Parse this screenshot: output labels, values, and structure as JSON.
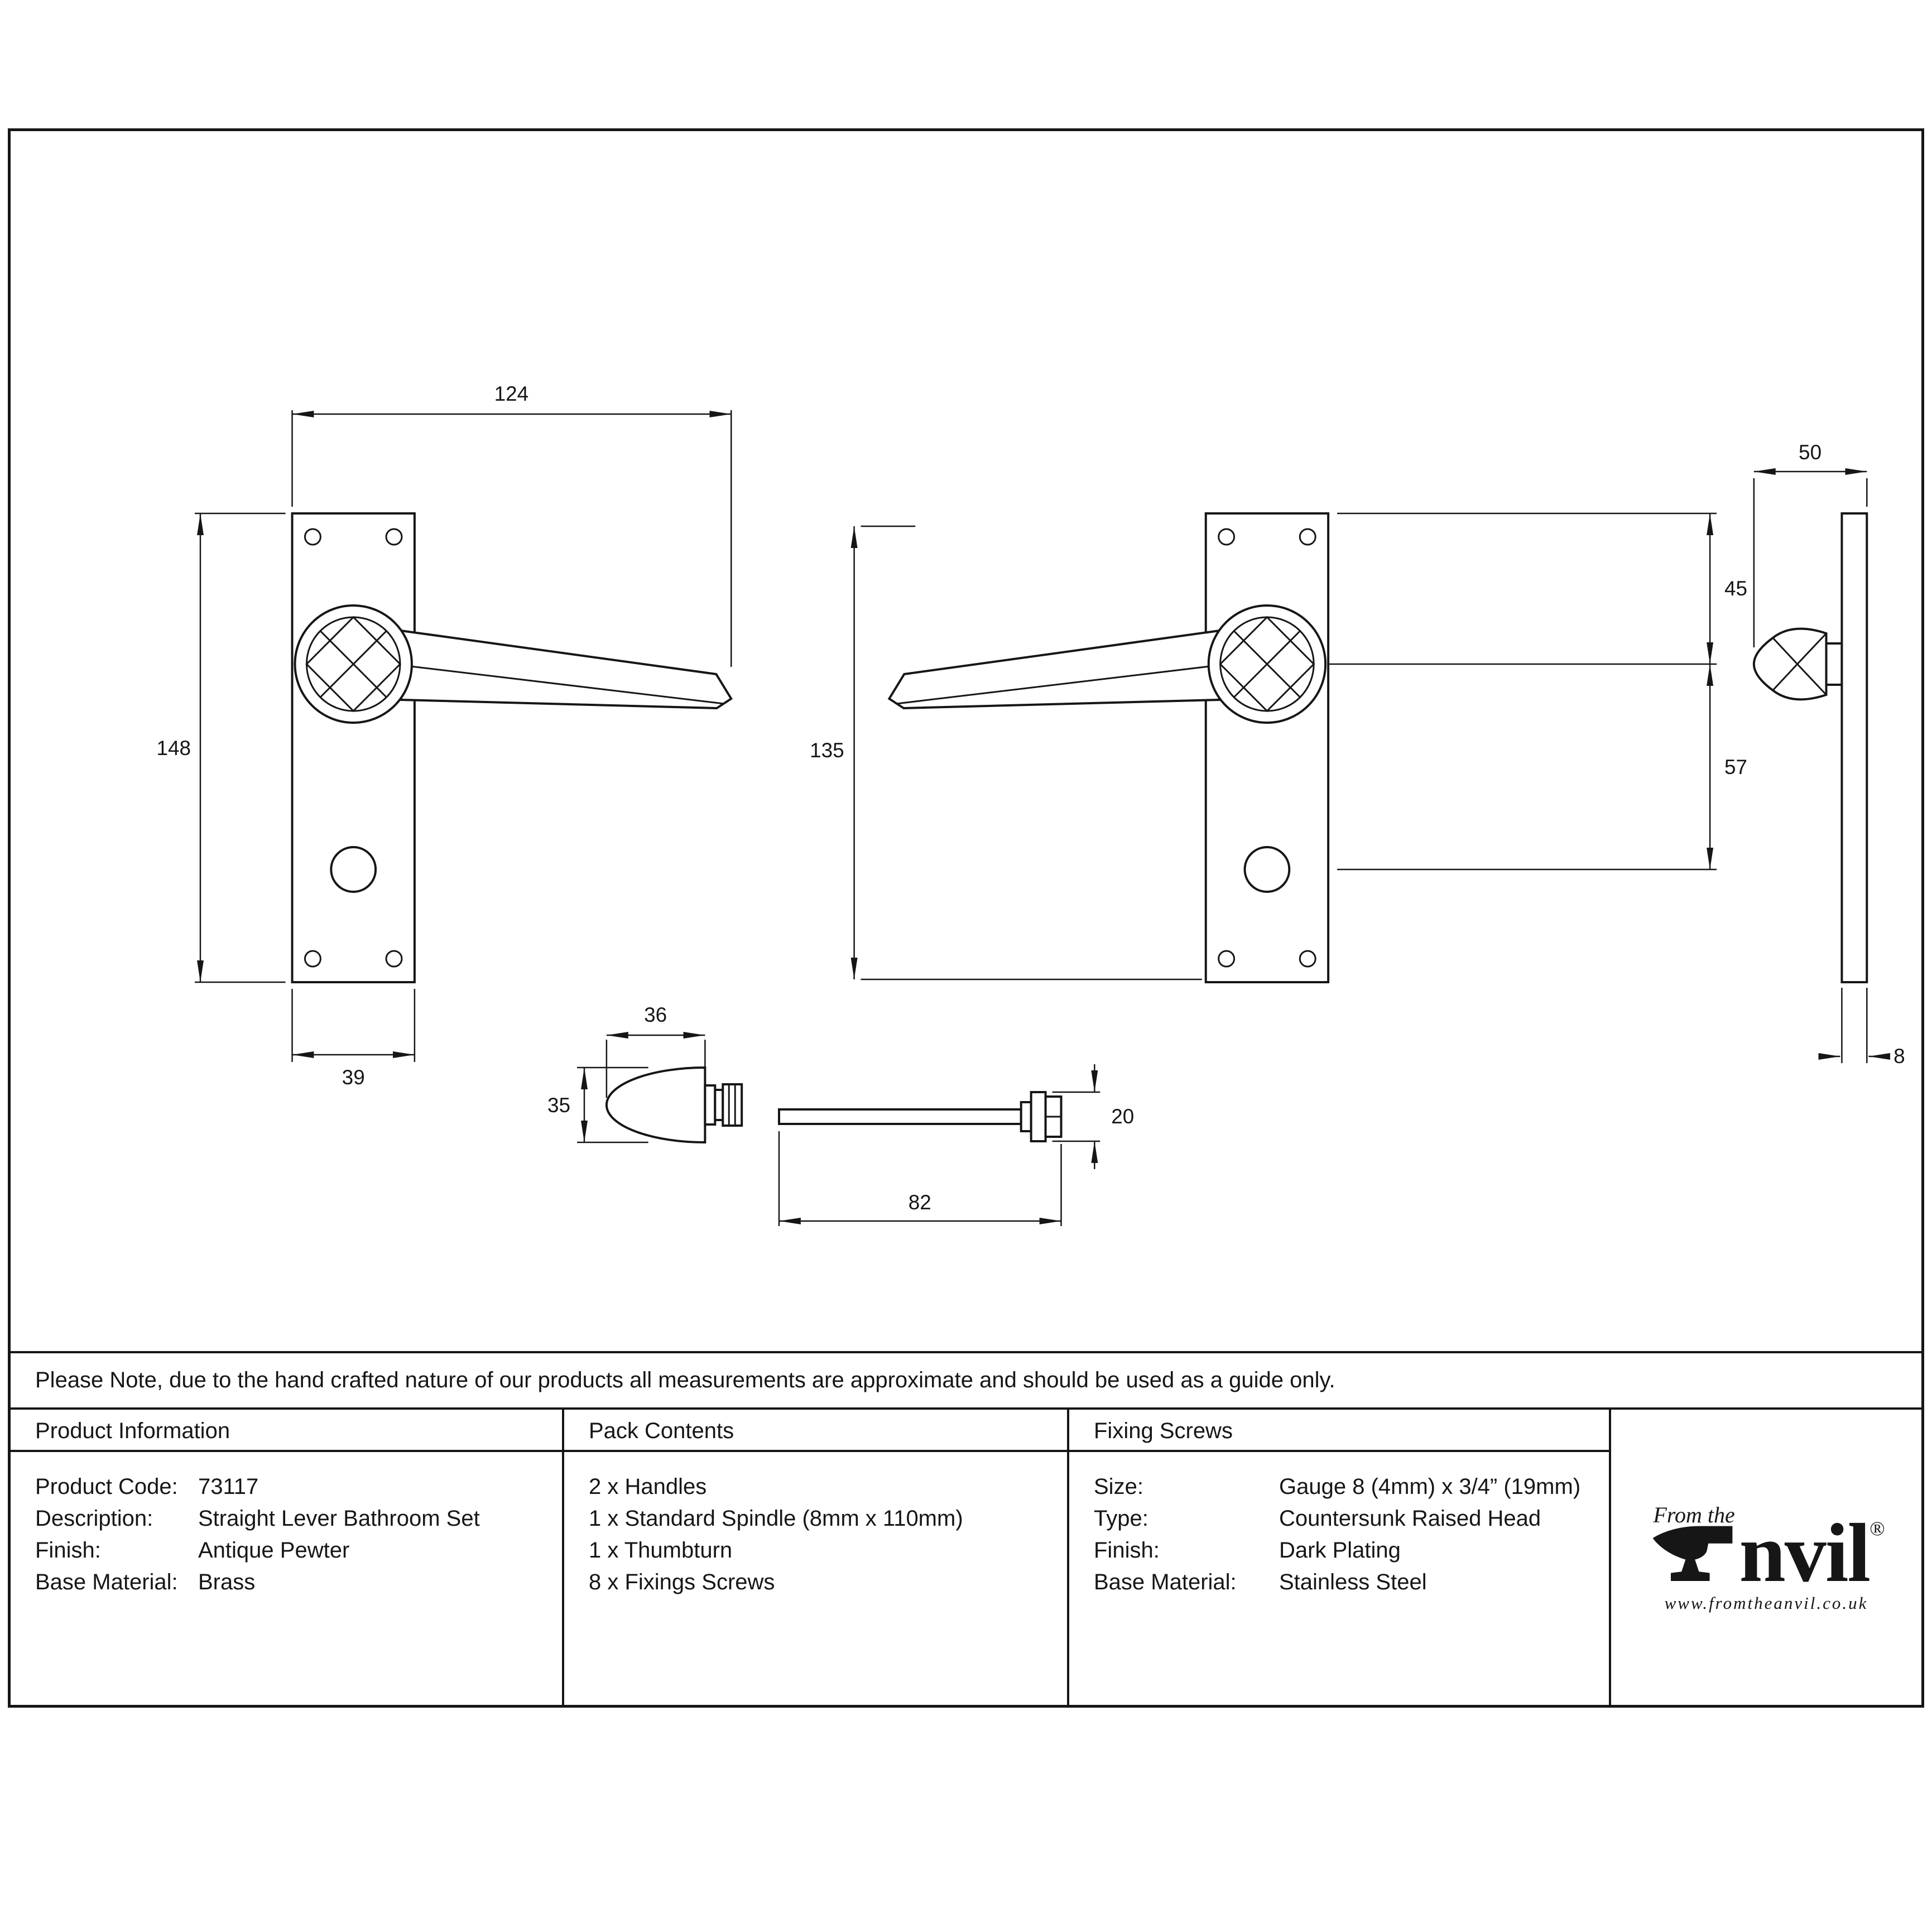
{
  "drawing": {
    "dims": {
      "plate_width": "124",
      "plate_height": "148",
      "plate_bottom_width": "39",
      "lever_span": "135",
      "top_to_center": "45",
      "center_to_turn": "57",
      "projection": "50",
      "plate_thickness": "8",
      "thumbturn_width": "36",
      "thumbturn_height": "35",
      "spindle_length": "82",
      "collar_diameter": "20"
    }
  },
  "note": "Please Note, due to the hand crafted nature of our products all measurements are approximate and should be used as a guide only.",
  "tables": {
    "product_information": {
      "title": "Product Information",
      "rows": [
        {
          "label": "Product Code:",
          "value": "73117"
        },
        {
          "label": "Description:",
          "value": "Straight Lever Bathroom Set"
        },
        {
          "label": "Finish:",
          "value": "Antique Pewter"
        },
        {
          "label": "Base Material:",
          "value": "Brass"
        }
      ]
    },
    "pack_contents": {
      "title": "Pack Contents",
      "items": [
        "2 x Handles",
        "1 x Standard Spindle (8mm x 110mm)",
        "1 x Thumbturn",
        "8 x Fixings Screws"
      ]
    },
    "fixing_screws": {
      "title": "Fixing Screws",
      "rows": [
        {
          "label": "Size:",
          "value": "Gauge 8 (4mm) x 3/4” (19mm)"
        },
        {
          "label": "Type:",
          "value": "Countersunk Raised Head"
        },
        {
          "label": "Finish:",
          "value": "Dark Plating"
        },
        {
          "label": "Base Material:",
          "value": "Stainless Steel"
        }
      ]
    }
  },
  "logo": {
    "tagline": "From the",
    "brand": "nvil",
    "registered": "®",
    "url": "www.fromtheanvil.co.uk"
  }
}
